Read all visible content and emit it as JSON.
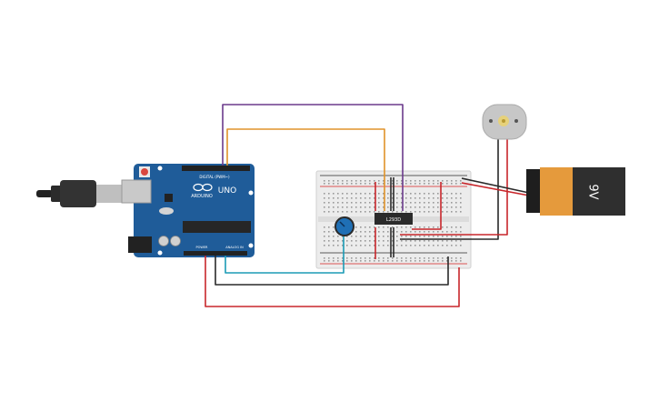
{
  "arduino": {
    "brand": "UNO",
    "logo_text": "ARDUINO",
    "digital_header_label": "DIGITAL (PWM~)",
    "power_header_label": "POWER",
    "analog_header_label": "ANALOG IN",
    "body_color": "#1f5c99",
    "header_color": "#222222"
  },
  "usb_cable": {
    "icon": "usb-plug-icon"
  },
  "breadboard": {
    "body_color": "#ececec",
    "rail_red": "#d62020",
    "rail_blue": "#2a2a2a"
  },
  "driver_ic": {
    "label": "L293D",
    "color": "#2b2b2b"
  },
  "potentiometer": {
    "icon": "potentiometer-knob-icon",
    "knob_color": "#1f6fb5"
  },
  "motor": {
    "icon": "dc-motor-icon"
  },
  "battery": {
    "label": "9V",
    "top_color": "#e59a3c",
    "body_color": "#2f2f2f"
  },
  "wire_colors": {
    "purple": "#6b3a8c",
    "orange": "#e0932a",
    "teal": "#1b9bb6",
    "black": "#2a2a2a",
    "red": "#c8262b"
  }
}
